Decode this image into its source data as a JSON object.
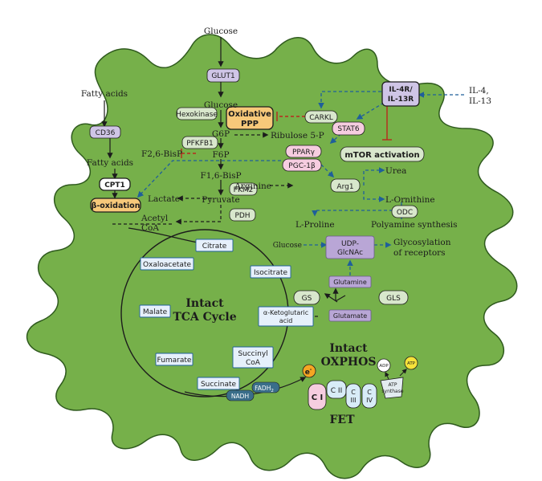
{
  "colors": {
    "cell_fill": "#76b04a",
    "cell_stroke": "#2f5a1e",
    "blue_arrow": "#1f5f9a",
    "red_inhibit": "#b8291c",
    "tca_box": "#e6f0fb",
    "purple_box": "#b9a6d6",
    "green_box": "#d8e7cc",
    "pink_box": "#f6cde0",
    "orange_box": "#f7c97a"
  },
  "top": {
    "glucose": "Glucose",
    "glut1": "GLUT1",
    "glucose_inside": "Glucose",
    "hexokinase": "Hexokinase",
    "oxidative_ppp_line1": "Oxidative",
    "oxidative_ppp_line2": "PPP",
    "carkl": "CARKL",
    "g6p": "G6P",
    "ribulose": "Ribulose 5-P",
    "pfkfb1": "PFKFB1",
    "f26bisp": "F2,6-BisP",
    "f6p": "F6P",
    "f16bisp": "F1,6-BisP",
    "pkm2": "PKM2",
    "lactate": "Lactate",
    "pyruvate": "Pyruvate",
    "pdh": "PDH",
    "acetyl_line1": "Acetyl",
    "acetyl_line2": "CoA"
  },
  "fatty": {
    "fatty_acids_outside": "Fatty acids",
    "cd36": "CD36",
    "fatty_acids_inside": "Fatty acids",
    "cpt1": "CPT1",
    "beta_oxidation": "β-oxidation"
  },
  "signaling": {
    "il4r_line1": "IL-4R/",
    "il4r_line2": "IL-13R",
    "il4_line1": "IL-4,",
    "il4_line2": "IL-13",
    "stat6": "STAT6",
    "ppar": "PPARγ",
    "pgc": "PGC-1β",
    "mtor": "mTOR activation"
  },
  "arginine": {
    "arginine": "Arginine",
    "arg1": "Arg1",
    "urea": "Urea",
    "ornithine": "L-Ornithine",
    "odc": "ODC",
    "proline": "L-Proline",
    "polyamine": "Polyamine synthesis"
  },
  "glutamine": {
    "glucose_small": "Glucose",
    "udp_line1": "UDP-",
    "udp_line2": "GlcNAc",
    "glyco_line1": "Glycosylation",
    "glyco_line2": "of receptors",
    "glutamine": "Glutamine",
    "gs": "GS",
    "gls": "GLS",
    "glutamate": "Glutamate"
  },
  "tca": {
    "citrate": "Citrate",
    "oxaloacetate": "Oxaloacetate",
    "isocitrate": "Isocitrate",
    "malate": "Malate",
    "akg_line1": "α-Ketoglutaric",
    "akg_line2": "acid",
    "fumarate": "Fumarate",
    "succinyl_line1": "Succinyl",
    "succinyl_line2": "CoA",
    "succinate": "Succinate",
    "center_line1": "Intact",
    "center_line2": "TCA Cycle",
    "fadh": "FADH",
    "fadh_sub": "2",
    "nadh": "NADH"
  },
  "oxphos": {
    "title_line1": "Intact",
    "title_line2": "OXPHOS",
    "electron": "e",
    "electron_sup": "-",
    "ci": "C I",
    "cii": "C II",
    "ciii_line1": "C",
    "ciii_line2": "III",
    "civ_line1": "C",
    "civ_line2": "IV",
    "adp": "ADP",
    "atp": "ATP",
    "atp_syn_line1": "ATP",
    "atp_syn_line2": "synthase",
    "fet": "FET"
  }
}
